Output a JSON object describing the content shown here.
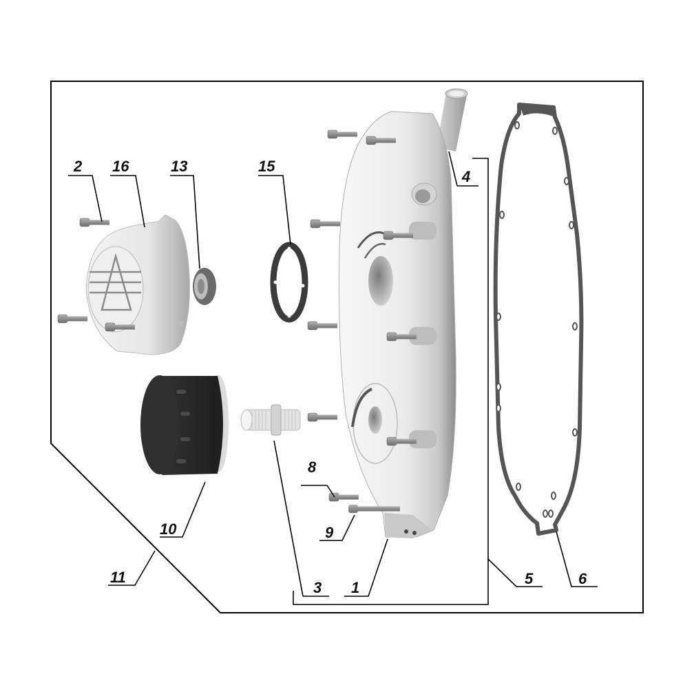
{
  "diagram": {
    "type": "exploded-parts-view",
    "colors": {
      "background": "#ffffff",
      "line": "#000000",
      "gasket": "#555555",
      "part_light": "#e8e8e8",
      "part_shadow": "#9a9a9a",
      "filter_dark": "#2e2e2e",
      "bolt": "#8a8a8a"
    },
    "callouts": [
      {
        "id": "1",
        "label": "1",
        "part": "main-cover-housing"
      },
      {
        "id": "2",
        "label": "2",
        "part": "cover-bolt"
      },
      {
        "id": "3",
        "label": "3",
        "part": "threaded-fitting"
      },
      {
        "id": "4",
        "label": "4",
        "part": "breather-tube"
      },
      {
        "id": "5",
        "label": "5",
        "part": "cover-assembly-group"
      },
      {
        "id": "6",
        "label": "6",
        "part": "cover-gasket"
      },
      {
        "id": "8",
        "label": "8",
        "part": "short-bolt"
      },
      {
        "id": "9",
        "label": "9",
        "part": "long-bolt"
      },
      {
        "id": "10",
        "label": "10",
        "part": "oil-filter"
      },
      {
        "id": "11",
        "label": "11",
        "part": "complete-assembly-group"
      },
      {
        "id": "13",
        "label": "13",
        "part": "oil-seal"
      },
      {
        "id": "15",
        "label": "15",
        "part": "round-gasket"
      },
      {
        "id": "16",
        "label": "16",
        "part": "round-cover"
      }
    ]
  }
}
